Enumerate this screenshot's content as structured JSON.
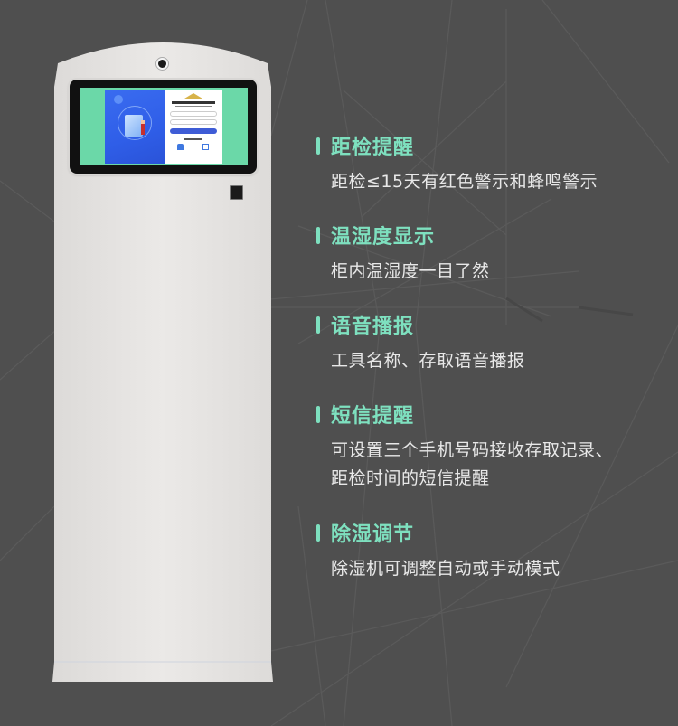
{
  "colors": {
    "background": "#4f4f4f",
    "accent": "#7ee0bf",
    "description_text": "#e8e8e8",
    "kiosk_body": "#e6e4e2",
    "screen_border": "#6bd8a8",
    "screen_blue": "#2f5ee8"
  },
  "kiosk": {
    "screen": {
      "login_button_color": "#3e5cd6"
    }
  },
  "features": [
    {
      "title": "距检提醒",
      "description": "距检≤15天有红色警示和蜂鸣警示"
    },
    {
      "title": "温湿度显示",
      "description": "柜内温湿度一目了然"
    },
    {
      "title": "语音播报",
      "description": "工具名称、存取语音播报"
    },
    {
      "title": "短信提醒",
      "description": "可设置三个手机号码接收存取记录、\n距检时间的短信提醒"
    },
    {
      "title": "除湿调节",
      "description": "除湿机可调整自动或手动模式"
    }
  ]
}
